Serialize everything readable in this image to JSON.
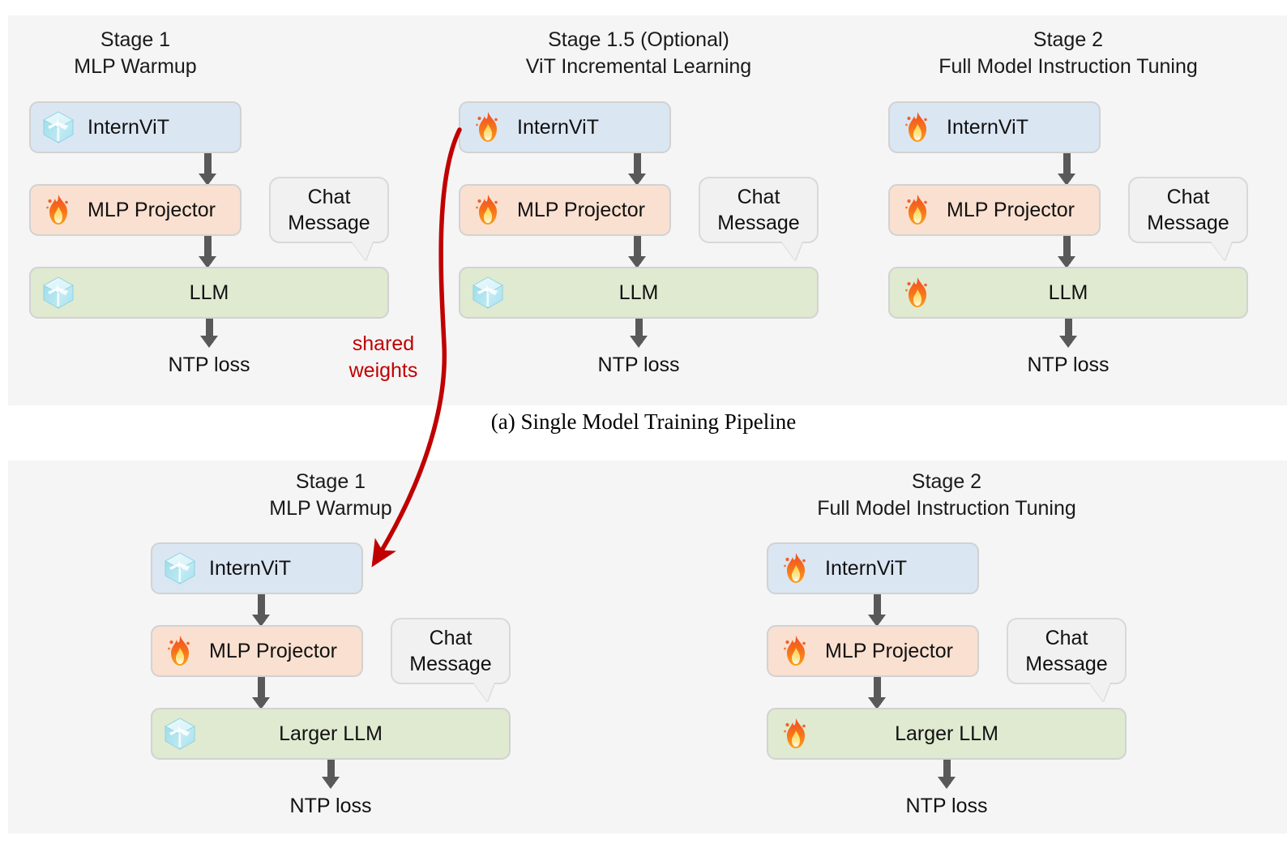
{
  "figure": {
    "caption_a": "(a) Single Model Training Pipeline",
    "shared_weights_label": "shared\nweights",
    "shared_weights_line1": "shared",
    "shared_weights_line2": "weights",
    "accent_red": "#c00000",
    "colors": {
      "panel_bg": "#f5f5f5",
      "vit_box": "#dbe6f3",
      "mlp_box": "#fae0d0",
      "llm_box": "#dfead0",
      "bubble": "#f1f1f1",
      "box_border": "#d2d2d2",
      "arrow": "#595959"
    }
  },
  "panels": [
    {
      "id": "single-model",
      "columns": [
        {
          "id": "stage-1",
          "title_line1": "Stage 1",
          "title_line2": "MLP Warmup",
          "vit": {
            "label": "InternViT",
            "state": "frozen",
            "icon": "ice-cube-icon"
          },
          "mlp": {
            "label": "MLP Projector",
            "state": "trainable",
            "icon": "fire-icon"
          },
          "llm": {
            "label": "LLM",
            "state": "frozen",
            "icon": "ice-cube-icon"
          },
          "bubble_line1": "Chat",
          "bubble_line2": "Message",
          "loss": "NTP loss"
        },
        {
          "id": "stage-1-5",
          "title_line1": "Stage 1.5 (Optional)",
          "title_line2": "ViT Incremental Learning",
          "vit": {
            "label": "InternViT",
            "state": "trainable",
            "icon": "fire-icon"
          },
          "mlp": {
            "label": "MLP Projector",
            "state": "trainable",
            "icon": "fire-icon"
          },
          "llm": {
            "label": "LLM",
            "state": "frozen",
            "icon": "ice-cube-icon"
          },
          "bubble_line1": "Chat",
          "bubble_line2": "Message",
          "loss": "NTP loss"
        },
        {
          "id": "stage-2",
          "title_line1": "Stage 2",
          "title_line2": "Full Model Instruction Tuning",
          "vit": {
            "label": "InternViT",
            "state": "trainable",
            "icon": "fire-icon"
          },
          "mlp": {
            "label": "MLP Projector",
            "state": "trainable",
            "icon": "fire-icon"
          },
          "llm": {
            "label": "LLM",
            "state": "trainable",
            "icon": "fire-icon"
          },
          "bubble_line1": "Chat",
          "bubble_line2": "Message",
          "loss": "NTP loss"
        }
      ]
    },
    {
      "id": "larger-model",
      "columns": [
        {
          "id": "stage-1-large",
          "title_line1": "Stage 1",
          "title_line2": "MLP Warmup",
          "vit": {
            "label": "InternViT",
            "state": "frozen",
            "icon": "ice-cube-icon"
          },
          "mlp": {
            "label": "MLP Projector",
            "state": "trainable",
            "icon": "fire-icon"
          },
          "llm": {
            "label": "Larger LLM",
            "state": "frozen",
            "icon": "ice-cube-icon"
          },
          "bubble_line1": "Chat",
          "bubble_line2": "Message",
          "loss": "NTP loss"
        },
        {
          "id": "stage-2-large",
          "title_line1": "Stage 2",
          "title_line2": "Full Model Instruction Tuning",
          "vit": {
            "label": "InternViT",
            "state": "trainable",
            "icon": "fire-icon"
          },
          "mlp": {
            "label": "MLP Projector",
            "state": "trainable",
            "icon": "fire-icon"
          },
          "llm": {
            "label": "Larger LLM",
            "state": "trainable",
            "icon": "fire-icon"
          },
          "bubble_line1": "Chat",
          "bubble_line2": "Message",
          "loss": "NTP loss"
        }
      ]
    }
  ]
}
